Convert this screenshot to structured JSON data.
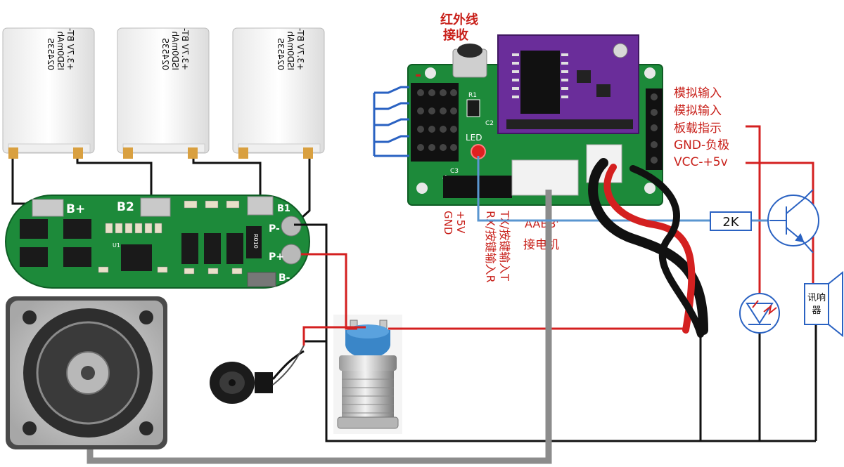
{
  "batteries": [
    {
      "line1": "02453S",
      "line2": "ISD0mAh",
      "line3": "+3.7V BT-"
    },
    {
      "line1": "02453S",
      "line2": "ISD0mAh",
      "line3": "+3.7V BT-"
    },
    {
      "line1": "02453S",
      "line2": "ISD0mAh",
      "line3": "+3.7V BT-"
    }
  ],
  "bms": {
    "bplus": "B+",
    "b2": "B2",
    "b1": "B1",
    "p_minus": "P-",
    "p_plus": "P+",
    "bminus": "B-",
    "u1": "U1",
    "r010": "R010"
  },
  "controller": {
    "ir_label_1": "红外线",
    "ir_label_2": "接收",
    "r1": "R1",
    "c2": "C2",
    "c3": "C3",
    "led": "LED",
    "minus": "-",
    "plus": "+",
    "motor_pins": "AABB'",
    "motor_label": "接电机",
    "gnd": "GND",
    "plus5v": "+5V",
    "tx_label": "TX/按键输入T",
    "rx_label": "RX/按键输入R"
  },
  "pins": [
    "模拟输入",
    "模拟输入",
    "板载指示",
    "GND-负极",
    "VCC-+5v"
  ],
  "resistor": "2K",
  "buzzer": [
    "讯响",
    "器"
  ],
  "colors": {
    "wire_red": "#d42020",
    "wire_black": "#111111",
    "wire_blue": "#5a96d0",
    "wire_gray": "#8c8c8c",
    "pcb_green": "#1d8a3a",
    "driver_purple": "#6a2d9a"
  }
}
